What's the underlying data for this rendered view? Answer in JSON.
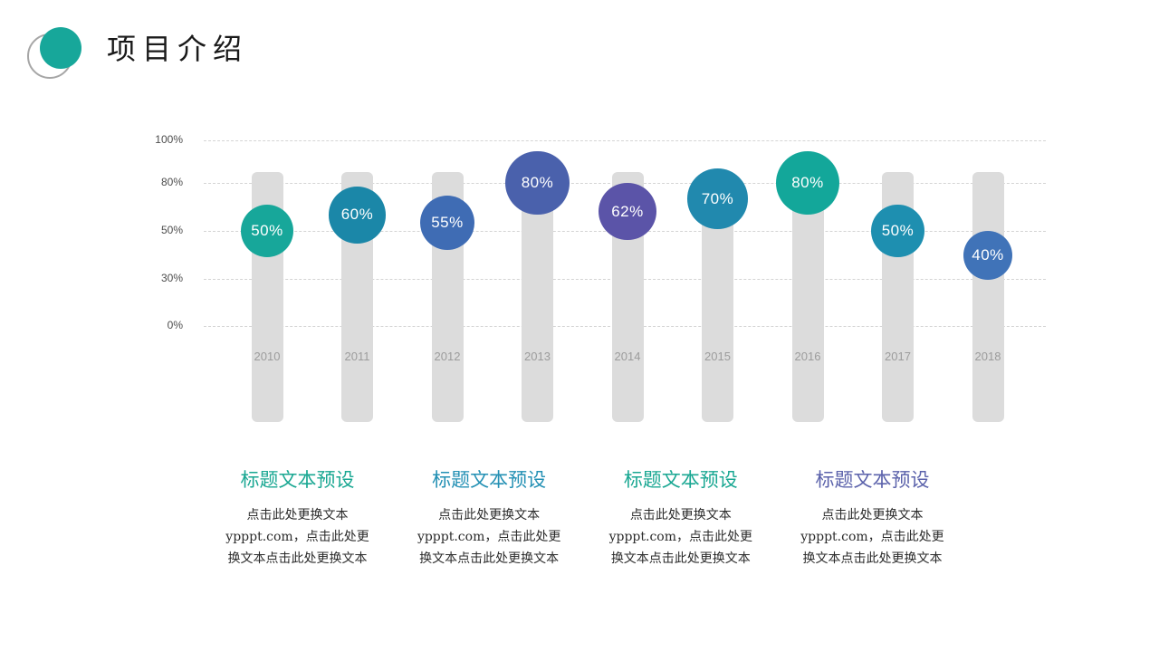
{
  "header": {
    "title": "项目介绍",
    "logo_dot_color": "#17a79a",
    "logo_ring_color": "#a6a6a6"
  },
  "chart_data": {
    "type": "bar",
    "title": "项目介绍",
    "xlabel": "",
    "ylabel": "",
    "grid": true,
    "legend": "none",
    "ylim": [
      0,
      100
    ],
    "ytick_labels": [
      "100%",
      "80%",
      "50%",
      "30%",
      "0%"
    ],
    "ytick_values": [
      100,
      80,
      50,
      30,
      0
    ],
    "categories": [
      "2010",
      "2011",
      "2012",
      "2013",
      "2014",
      "2015",
      "2016",
      "2017",
      "2018"
    ],
    "values": [
      50,
      60,
      55,
      80,
      62,
      70,
      80,
      50,
      40
    ],
    "value_labels": [
      "50%",
      "60%",
      "55%",
      "80%",
      "62%",
      "70%",
      "80%",
      "50%",
      "40%"
    ],
    "marker_colors": [
      "#17a79a",
      "#1b87a8",
      "#3f6cb4",
      "#4a61ac",
      "#5b54a8",
      "#2189ae",
      "#13a79a",
      "#1e8fb0",
      "#4073b8"
    ],
    "track_color": "#dcdcdc",
    "gridline_color": "#d4d4d4",
    "tick_label_color": "#9c9c9c"
  },
  "columns": [
    {
      "title": "标题文本预设",
      "title_color": "#19a792",
      "body": "点击此处更换文本ypppt.com，点击此处更换文本点击此处更换文本"
    },
    {
      "title": "标题文本预设",
      "title_color": "#2390b4",
      "body": "点击此处更换文本ypppt.com，点击此处更换文本点击此处更换文本"
    },
    {
      "title": "标题文本预设",
      "title_color": "#19a792",
      "body": "点击此处更换文本ypppt.com，点击此处更换文本点击此处更换文本"
    },
    {
      "title": "标题文本预设",
      "title_color": "#5b62ab",
      "body": "点击此处更换文本ypppt.com，点击此处更换文本点击此处更换文本"
    }
  ]
}
